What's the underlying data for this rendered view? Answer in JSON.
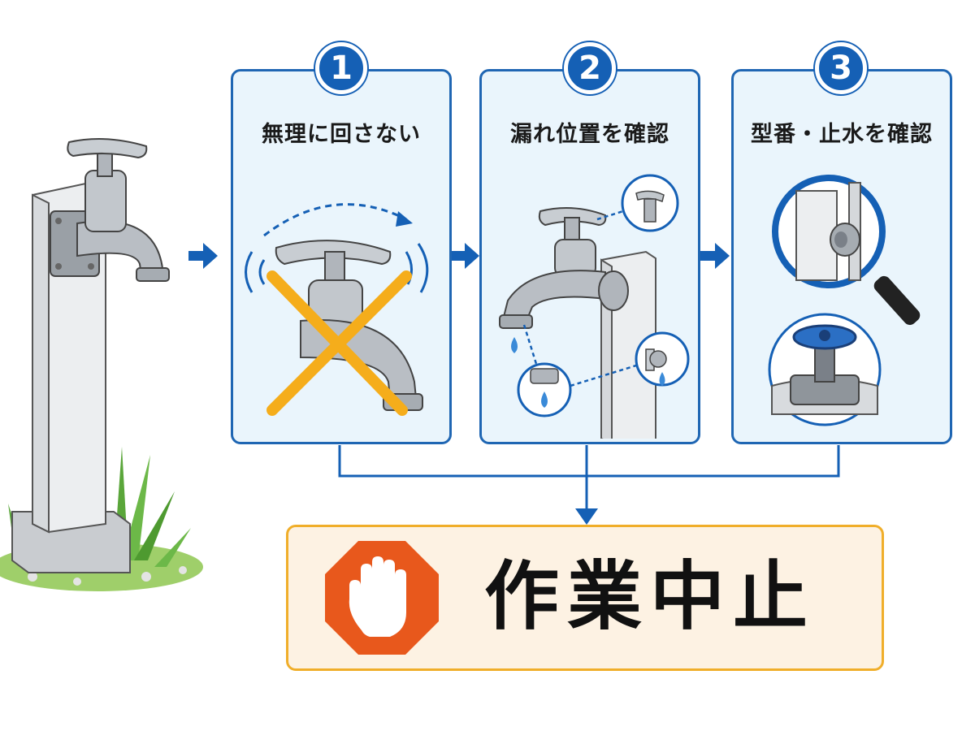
{
  "steps": [
    {
      "number": "1",
      "title": "無理に回さない"
    },
    {
      "number": "2",
      "title": "漏れ位置を確認"
    },
    {
      "number": "3",
      "title": "型番・止水を確認"
    }
  ],
  "result": {
    "label": "作業中止"
  },
  "colors": {
    "accent_blue": "#1560b5",
    "panel_bg": "#eaf5fc",
    "warning_orange": "#f0ae2a",
    "stop_red": "#e8581c",
    "result_bg": "#fdf2e3"
  },
  "icons": [
    "faucet-post-icon",
    "arrow-right-icon",
    "forbidden-cross-icon",
    "water-drop-icon",
    "magnifier-icon",
    "valve-handle-icon",
    "stop-hand-icon"
  ]
}
